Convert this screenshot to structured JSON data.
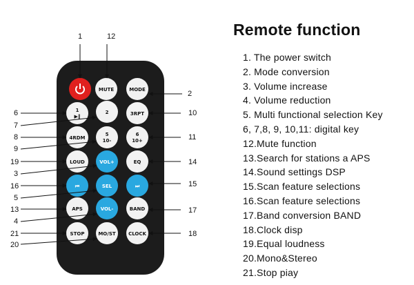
{
  "remote": {
    "buttons": [
      {
        "id": "power",
        "label": "",
        "icon": "power-icon",
        "style": "red"
      },
      {
        "id": "mute",
        "label": "MUTE",
        "style": "white"
      },
      {
        "id": "mode",
        "label": "MODE",
        "style": "white"
      },
      {
        "id": "1",
        "label": "1 ▶‖",
        "style": "white"
      },
      {
        "id": "2",
        "label": "2",
        "style": "white"
      },
      {
        "id": "3",
        "label": "3RPT",
        "style": "white"
      },
      {
        "id": "4",
        "label": "4RDM",
        "style": "white"
      },
      {
        "id": "5",
        "label": "5 10-",
        "style": "white"
      },
      {
        "id": "6",
        "label": "6 10+",
        "style": "white"
      },
      {
        "id": "loud",
        "label": "LOUD",
        "style": "white"
      },
      {
        "id": "volup",
        "label": "VOL+",
        "style": "blue"
      },
      {
        "id": "eq",
        "label": "EQ",
        "style": "white"
      },
      {
        "id": "prev",
        "label": "⏮",
        "icon": "previous-track-icon",
        "style": "blue"
      },
      {
        "id": "sel",
        "label": "SEL",
        "style": "blue"
      },
      {
        "id": "next",
        "label": "⏭",
        "icon": "next-track-icon",
        "style": "blue"
      },
      {
        "id": "aps",
        "label": "APS",
        "style": "white"
      },
      {
        "id": "voldn",
        "label": "VOL-",
        "style": "blue"
      },
      {
        "id": "band",
        "label": "BAND",
        "style": "white"
      },
      {
        "id": "stop",
        "label": "STOP",
        "style": "white"
      },
      {
        "id": "most",
        "label": "MO/ST",
        "style": "white"
      },
      {
        "id": "clock",
        "label": "CLOCK",
        "style": "white"
      }
    ],
    "pointers": [
      {
        "n": "1",
        "target": "power"
      },
      {
        "n": "12",
        "target": "mute"
      },
      {
        "n": "2",
        "target": "mode"
      },
      {
        "n": "6",
        "target": "1"
      },
      {
        "n": "10",
        "target": "3"
      },
      {
        "n": "7",
        "target": "2"
      },
      {
        "n": "8",
        "target": "4"
      },
      {
        "n": "11",
        "target": "6"
      },
      {
        "n": "9",
        "target": "5"
      },
      {
        "n": "19",
        "target": "loud"
      },
      {
        "n": "14",
        "target": "eq"
      },
      {
        "n": "3",
        "target": "volup"
      },
      {
        "n": "16",
        "target": "prev"
      },
      {
        "n": "15",
        "target": "next"
      },
      {
        "n": "5",
        "target": "sel"
      },
      {
        "n": "13",
        "target": "aps"
      },
      {
        "n": "17",
        "target": "band"
      },
      {
        "n": "4",
        "target": "voldn"
      },
      {
        "n": "21",
        "target": "stop"
      },
      {
        "n": "18",
        "target": "clock"
      },
      {
        "n": "20",
        "target": "most"
      }
    ],
    "colors": {
      "body": "#1c1c1c",
      "body_edge": "#ffffff",
      "red": "#e0201e",
      "blue": "#29a8e0",
      "white": "#f2f2f2"
    }
  },
  "panel": {
    "title": "Remote function",
    "items": [
      "1. The power switch",
      "2. Mode conversion",
      "3. Volume increase",
      "4. Volume reduction",
      "5. Multi functional selection Key",
      "6, 7,8, 9, 10,11: digital key",
      "12.Mute function",
      "13.Search for stations a APS",
      "14.Sound settings DSP",
      "15.Scan feature selections",
      "16.Scan feature selections",
      "17.Band conversion BAND",
      "18.Clock disp",
      "19.Equal loudness",
      "20.Mono&Stereo",
      "21.Stop piay"
    ]
  }
}
